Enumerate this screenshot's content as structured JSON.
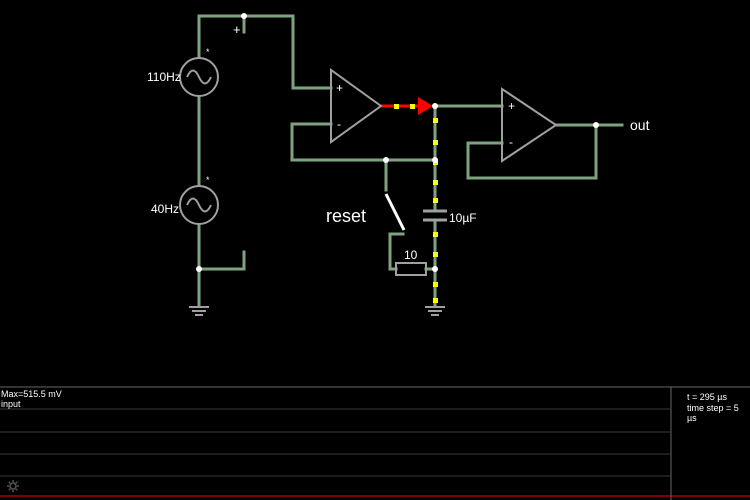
{
  "circuit": {
    "source1_label": "110Hz",
    "source2_label": "40Hz",
    "source_marker": "*",
    "plus_terminal": "+",
    "opamp1_plus": "+",
    "opamp1_minus": "-",
    "opamp2_plus": "+",
    "opamp2_minus": "-",
    "reset_label": "reset",
    "resistor_label": "10",
    "capacitor_label": "10µF",
    "output_label": "out"
  },
  "colors": {
    "wire": "#7fa37f",
    "component": "#a0a0a0",
    "current_dot": "#ffff00",
    "active_wire": "#ff0000",
    "scope_trace": "#ff0000"
  },
  "scope": {
    "max_label": "Max=515.5 mV",
    "channel_label": "input",
    "time_label": "t = 295 µs",
    "timestep_label": "time step = 5 µs",
    "settings_icon": "gear-icon"
  }
}
